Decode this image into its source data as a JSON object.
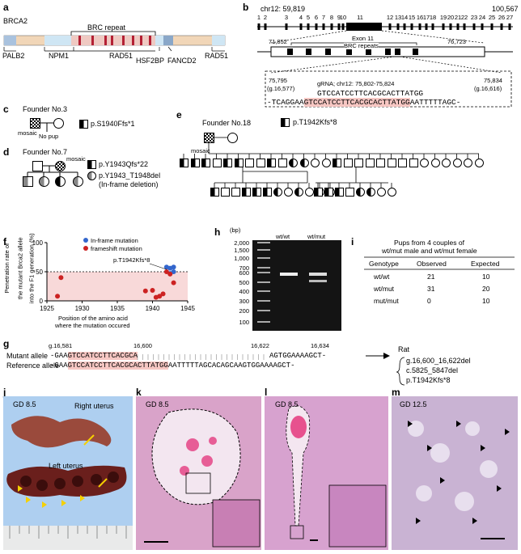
{
  "panel_a": {
    "letter": "a",
    "gene": "BRCA2",
    "brc_label": "BRC repeat",
    "partners_bottom": [
      "PALB2",
      "NPM1",
      "RAD51",
      "HSF2BP",
      "FANCD2",
      "RAD51"
    ]
  },
  "panel_b": {
    "letter": "b",
    "chr_label": "chr12: 59,819",
    "end_coord": "100,567",
    "exons_top": [
      "1",
      "2",
      "3",
      "4",
      "5",
      "6",
      "7",
      "8",
      "9",
      "10",
      "11",
      "12",
      "13",
      "14",
      "15",
      "16",
      "17",
      "18",
      "19",
      "20",
      "21",
      "22",
      "23",
      "24",
      "25",
      "26",
      "27"
    ],
    "exon11": "Exon 11",
    "start11": "71,852",
    "brc": "BRC repeats",
    "end11": "76,723",
    "seq_left": "75,795",
    "seq_left2": "(g.16,577)",
    "grna": "gRNA; chr12: 75,802-75,824",
    "seq_right": "75,834",
    "seq_right2": "(g.16,616)",
    "seq1": "GTCCATCCTTCACGCACTTATGG",
    "seq2_pre": "-TCAGGAA",
    "seq2_hl": "GTCCATCCTTCACGCACTTATGG",
    "seq2_post": "AATTTTTAGC-"
  },
  "panel_c": {
    "letter": "c",
    "founder": "Founder No.3",
    "mosaic": "mosaic",
    "no_pup": "No pup",
    "mut": "p.S1940Ffs*1"
  },
  "panel_d": {
    "letter": "d",
    "founder": "Founder No.7",
    "mosaic": "mosaic",
    "mut1": "p.Y1943Qfs*22",
    "mut2": "p.Y1943_T1948del",
    "mut2b": "(In-frame deletion)"
  },
  "panel_e": {
    "letter": "e",
    "founder": "Founder No.18",
    "mosaic": "mosaic",
    "mut": "p.T1942Kfs*8"
  },
  "panel_f": {
    "letter": "f",
    "ylabel1": "Penetration rate of",
    "ylabel2": "the mutant Brca2 allele",
    "ylabel3": "into the F1 generation (%)",
    "xlabel1": "Position of the amino acid",
    "xlabel2": "where the mutation occured",
    "legend1": "In-frame mutation",
    "legend2": "frameshift mutation",
    "annot": "p.T1942Kfs*8",
    "yticks": [
      "0",
      "50",
      "100"
    ],
    "xticks": [
      "1925",
      "1930",
      "1935",
      "1940",
      "1945"
    ]
  },
  "chart_data": {
    "type": "scatter",
    "xlabel": "Position of the amino acid where the mutation occured",
    "ylabel": "Penetration rate of the mutant Brca2 allele into the F1 generation (%)",
    "xlim": [
      1925,
      1945
    ],
    "ylim": [
      0,
      100
    ],
    "series": [
      {
        "name": "In-frame mutation",
        "color": "#3366cc",
        "points": [
          [
            1942,
            58
          ],
          [
            1942.5,
            56
          ],
          [
            1943,
            58
          ],
          [
            1943,
            50
          ],
          [
            1942.5,
            47
          ]
        ]
      },
      {
        "name": "frameshift mutation",
        "color": "#cc2222",
        "points": [
          [
            1926.5,
            8
          ],
          [
            1927,
            40
          ],
          [
            1939,
            17
          ],
          [
            1940,
            18
          ],
          [
            1940.5,
            6
          ],
          [
            1941,
            8
          ],
          [
            1942,
            50
          ],
          [
            1942.5,
            46
          ],
          [
            1943,
            31
          ],
          [
            1941.5,
            12
          ]
        ]
      }
    ]
  },
  "panel_h": {
    "letter": "h",
    "unit": "(bp)",
    "ladder": [
      "2,000",
      "1,500",
      "1,000",
      "700",
      "600",
      "500",
      "400",
      "300",
      "200",
      "100"
    ],
    "lanes": [
      "wt/wt",
      "wt/mut"
    ]
  },
  "panel_i": {
    "letter": "i",
    "title1": "Pups from 4 couples of",
    "title2": "wt/mut male and wt/mut female",
    "headers": [
      "Genotype",
      "Observed",
      "Expected"
    ],
    "rows": [
      [
        "wt/wt",
        "21",
        "10"
      ],
      [
        "wt/mut",
        "31",
        "20"
      ],
      [
        "mut/mut",
        "0",
        "10"
      ]
    ]
  },
  "panel_g": {
    "letter": "g",
    "c1": "g.16,581",
    "c2": "16,600",
    "c3": "16,622",
    "c4": "16,634",
    "mut_label": "Mutant allele",
    "ref_label": "Reference allele",
    "mut_pre": "-GAA",
    "mut_hl": "GTCCATCCTTCACGCA",
    "mut_post": "AGTGGAAAAGCT-",
    "ref_pre": "-GAA",
    "ref_hl": "GTCCATCCTTCACGCACTTATGG",
    "ref_post": "AATTTTTAGCACAGCAAGTGGAAAAGCT-",
    "rat": "Rat",
    "h1": "g.16,600_16,622del",
    "h2": "c.5825_5847del",
    "h3": "p.T1942Kfs*8"
  },
  "panel_j": {
    "letter": "j",
    "gd": "GD 8.5",
    "right": "Right uterus",
    "left": "Left uterus"
  },
  "panel_k": {
    "letter": "k",
    "gd": "GD 8.5"
  },
  "panel_l": {
    "letter": "l",
    "gd": "GD 8.5"
  },
  "panel_m": {
    "letter": "m",
    "gd": "GD 12.5"
  }
}
